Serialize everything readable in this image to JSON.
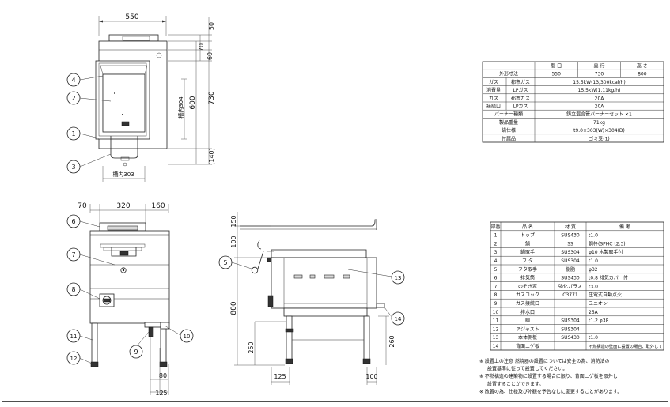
{
  "top_view": {
    "dim_width": "550",
    "dim_top_offset": "50",
    "dim_70": "70",
    "dim_60": "60",
    "dim_depth": "730",
    "dim_tank_depth": "600",
    "dim_tank_inner": "槽内304",
    "dim_tank_width": "槽内303",
    "dim_front": "(140)"
  },
  "front_view": {
    "dim_left": "70",
    "dim_center": "320",
    "dim_right": "160",
    "dim_bottom_1": "80",
    "dim_bottom_2": "125"
  },
  "side_view": {
    "dim_150": "150",
    "dim_100": "100",
    "dim_height": "800",
    "dim_250": "250",
    "dim_260": "260",
    "dim_bottom_left": "125",
    "dim_bottom_right": "100"
  },
  "callouts": [
    "1",
    "2",
    "3",
    "4",
    "5",
    "6",
    "7",
    "8",
    "9",
    "10",
    "11",
    "12",
    "13",
    "14"
  ],
  "spec_table": {
    "header_row": [
      "間 口",
      "奥 行",
      "高 さ"
    ],
    "rows": [
      {
        "label": "外形寸法",
        "sub": "",
        "values": [
          "550",
          "730",
          "800"
        ]
      },
      {
        "label": "ガス",
        "sub": "都市ガス",
        "value": "15.5kW(13,300kcal/h)"
      },
      {
        "label": "消費量",
        "sub": "LPガス",
        "value": "15.5kW(1.11kg/h)"
      },
      {
        "label": "ガス",
        "sub": "都市ガス",
        "value": "20A"
      },
      {
        "label": "接続口",
        "sub": "LPガス",
        "value": "20A"
      },
      {
        "label": "バーナー種類",
        "sub": "",
        "value": "鋳立混合管バーナーセット ×1"
      },
      {
        "label": "製品重量",
        "sub": "",
        "value": "71kg"
      },
      {
        "label": "鍋仕様",
        "sub": "",
        "value": "t9.0×303(W)×304(D)"
      },
      {
        "label": "付属品",
        "sub": "",
        "value": "ゴミ受(1)"
      }
    ]
  },
  "parts_table": {
    "headers": [
      "部番",
      "品 名",
      "材 質",
      "備 考"
    ],
    "rows": [
      [
        "1",
        "トップ",
        "SUS430",
        "t1.0"
      ],
      [
        "2",
        "鍋",
        "SS",
        "鋼枠(SPHC t2.3)"
      ],
      [
        "3",
        "鍋取手",
        "SUS304",
        "φ10 木製取手付"
      ],
      [
        "4",
        "フ タ",
        "SUS304",
        "t1.0"
      ],
      [
        "5",
        "フタ取手",
        "樹脂",
        "φ32"
      ],
      [
        "6",
        "排気筒",
        "SUS430",
        "t0.8 排気カバー付"
      ],
      [
        "7",
        "のぞき窓",
        "強化ガラス",
        "t3.0"
      ],
      [
        "8",
        "ガスコック",
        "C3771",
        "圧電式自動点火"
      ],
      [
        "9",
        "ガス接続口",
        "",
        "ユニオン"
      ],
      [
        "10",
        "排水口",
        "",
        "25A"
      ],
      [
        "11",
        "脚",
        "SUS304",
        "t1.2 φ38"
      ],
      [
        "12",
        "アジャスト",
        "SUS304",
        ""
      ],
      [
        "13",
        "本体側板",
        "SUS430",
        "t1.0"
      ],
      [
        "14",
        "背面ニゲ板",
        "",
        "不燃構造の壁面に設置の場合、取外して"
      ]
    ]
  },
  "notes": [
    "※ 設置上の注意 燃焼器の設置については安全の為、消防法の",
    "設置基準に従って設置してください。",
    "※ 不燃構造の建築物に設置する場合に限り、背面ニゲ板を取外し",
    "設置することができます。",
    "※ 改善の為、仕様及び外観を予告なしに変更することがあります。"
  ]
}
